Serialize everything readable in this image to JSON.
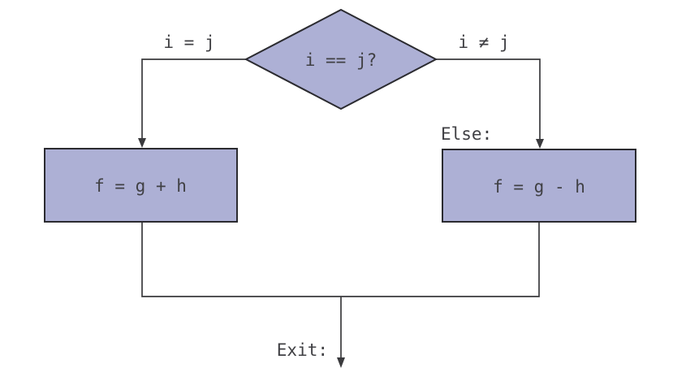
{
  "diagram": {
    "type": "flowchart",
    "decision": {
      "label": "i == j?"
    },
    "branch_true": {
      "label": "i = j"
    },
    "branch_false": {
      "label": "i ≠ j"
    },
    "else_annotation": "Else:",
    "exit_annotation": "Exit:",
    "process_true": {
      "label": "f = g + h"
    },
    "process_false": {
      "label": "f = g - h"
    }
  },
  "colors": {
    "node_fill": "#adb0d5",
    "node_stroke": "#2b2b30",
    "line_color": "#3a3a3d",
    "text_color": "#404044",
    "background": "#ffffff"
  }
}
